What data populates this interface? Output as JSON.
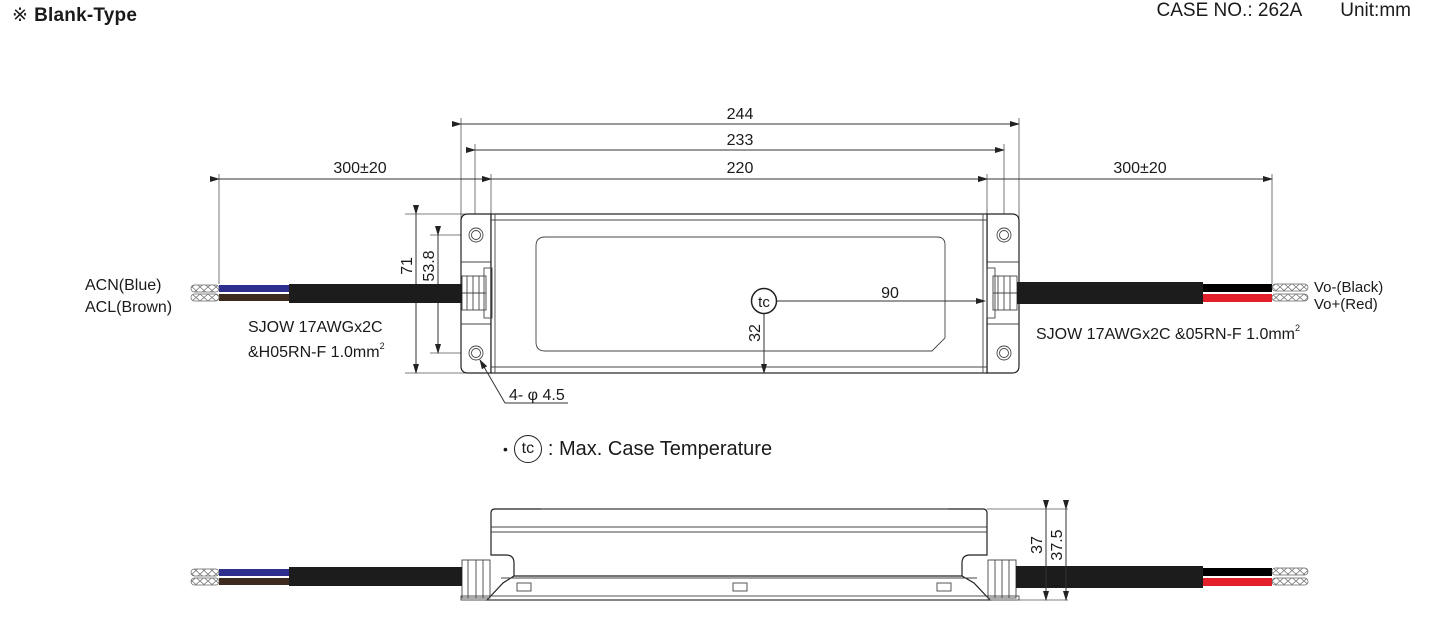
{
  "header": {
    "title_mark": "※",
    "title": "Blank-Type",
    "case_no": "CASE NO.: 262A",
    "unit": "Unit:mm"
  },
  "top_view": {
    "dims": {
      "overall_length": "244",
      "mount_hole_pitch": "233",
      "body_length": "220",
      "input_cable_length": "300±20",
      "output_cable_length": "300±20",
      "overall_width": "71",
      "mount_hole_spacing": "53.8",
      "tc_from_edge_x": "90",
      "tc_from_edge_y": "32",
      "mount_holes": "4- φ 4.5"
    },
    "input_wires": {
      "acn": "ACN(Blue)",
      "acl": "ACL(Brown)",
      "cable_spec_line1": "SJOW 17AWGx2C",
      "cable_spec_line2": "&H05RN-F 1.0mm",
      "cable_spec_sup": "2",
      "acn_color": "#2e2e8c",
      "acl_color": "#3d2b1f"
    },
    "output_wires": {
      "vo_minus": "Vo-(Black)",
      "vo_plus": "Vo+(Red)",
      "cable_spec": "SJOW 17AWGx2C &05RN-F 1.0mm",
      "cable_spec_sup": "2",
      "vo_minus_color": "#000000",
      "vo_plus_color": "#e3202a"
    },
    "tc_label": "tc"
  },
  "legend": {
    "bullet": "•",
    "symbol": "tc",
    "text": ": Max. Case Temperature"
  },
  "side_view": {
    "dims": {
      "height_body": "37",
      "height_overall": "37.5"
    }
  },
  "colors": {
    "cable_jacket": "#1c1c1c",
    "line": "#222222"
  }
}
